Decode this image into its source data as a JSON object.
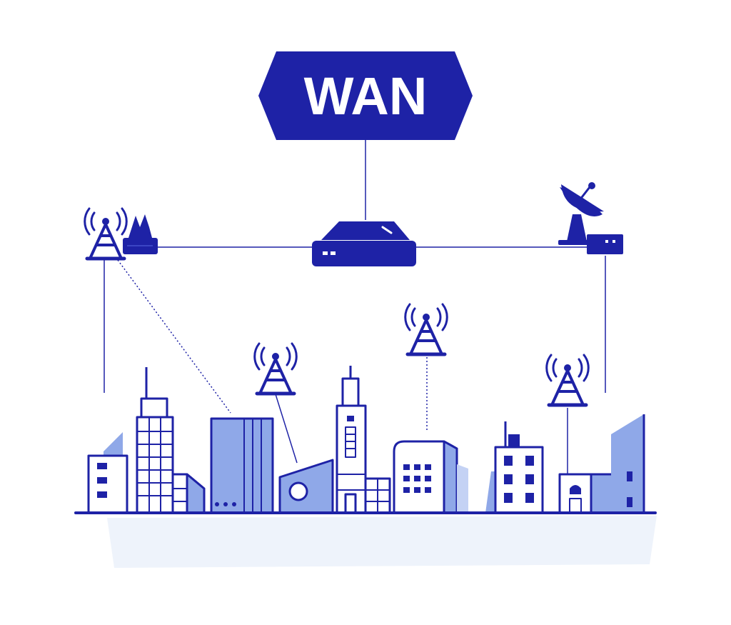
{
  "diagram": {
    "title": "WAN",
    "colors": {
      "primary": "#1e22a6",
      "fill_light": "#8fa8e8",
      "fill_lighter": "#c4d2f4",
      "background": "#ffffff",
      "ground": "#eef3fb"
    },
    "nodes": [
      {
        "id": "wan-cloud",
        "icon": "wan-hexagon-label"
      },
      {
        "id": "core-router",
        "icon": "router-icon"
      },
      {
        "id": "left-cell-site",
        "icon": "cell-tower-icon"
      },
      {
        "id": "left-access-device",
        "icon": "network-device-icon"
      },
      {
        "id": "satellite-dish",
        "icon": "satellite-dish-icon"
      },
      {
        "id": "right-access-device",
        "icon": "network-device-icon"
      },
      {
        "id": "city-tower-1",
        "icon": "cell-tower-icon"
      },
      {
        "id": "city-tower-2",
        "icon": "cell-tower-icon"
      },
      {
        "id": "city-tower-3",
        "icon": "cell-tower-icon"
      },
      {
        "id": "city-skyline",
        "icon": "buildings-icon"
      }
    ],
    "links": [
      {
        "from": "wan-cloud",
        "to": "core-router",
        "style": "solid"
      },
      {
        "from": "core-router",
        "to": "left-access-device",
        "style": "solid"
      },
      {
        "from": "core-router",
        "to": "right-access-device",
        "style": "solid"
      },
      {
        "from": "left-cell-site",
        "to": "city-skyline",
        "style": "solid"
      },
      {
        "from": "left-cell-site",
        "to": "city-skyline",
        "style": "dotted"
      },
      {
        "from": "right-access-device",
        "to": "city-skyline",
        "style": "solid"
      },
      {
        "from": "city-tower-1",
        "to": "city-skyline",
        "style": "solid"
      },
      {
        "from": "city-tower-2",
        "to": "city-skyline",
        "style": "dotted"
      },
      {
        "from": "city-tower-3",
        "to": "city-skyline",
        "style": "solid"
      }
    ]
  }
}
